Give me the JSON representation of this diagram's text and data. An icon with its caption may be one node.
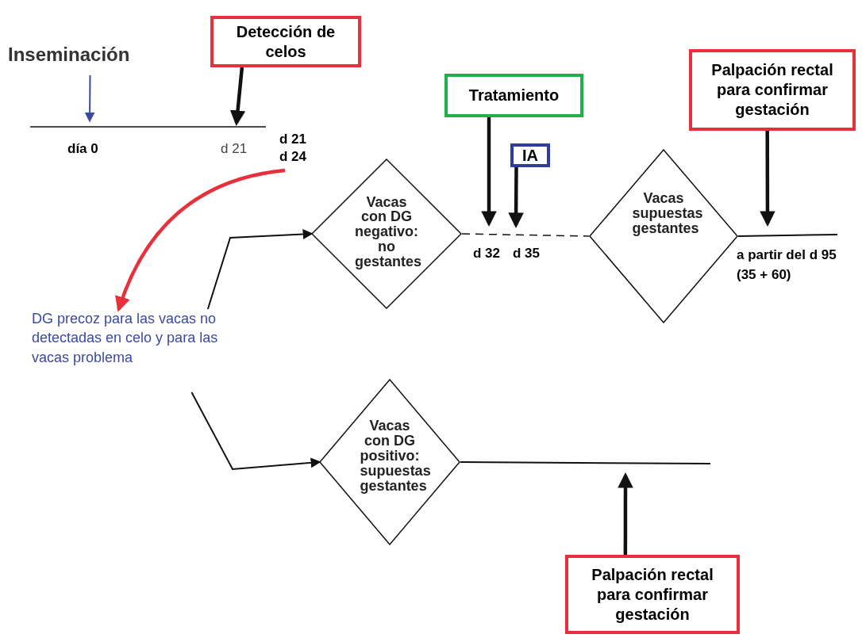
{
  "diagram": {
    "nodes": [
      {
        "text": [
          "Inseminación"
        ]
      },
      {
        "text": [
          "Detección de celos"
        ]
      },
      {
        "text": [
          "Tratamiento"
        ]
      },
      {
        "text": [
          "Palpación rectal para confirmar gestación"
        ]
      },
      {
        "text": [
          "IA"
        ]
      },
      {
        "text": [
          "d 21 d 24"
        ]
      },
      {
        "text": [
          "Vacas con DG negativo: no gestantes"
        ]
      },
      {
        "text": [
          "Vacas supuestas gestantes"
        ]
      },
      {
        "text": [
          "DG precoz para las vacas no detectadas en celo y para las vacas problema"
        ]
      },
      {
        "text": [
          "Vacas con DG positivo: supuestas gestantes"
        ]
      },
      {
        "text": [
          "Palpación rectal para confirmar gestación"
        ]
      }
    ],
    "edges": [
      {
        "from": 0,
        "to": null,
        "arrow": "to",
        "color": "#3b4aa0"
      },
      {
        "from": 1,
        "to": null,
        "arrow": "to",
        "style": "thick"
      },
      {
        "from": 5,
        "to": 8,
        "arrow": "to",
        "style": "thick",
        "color": "#e8303c"
      },
      {
        "from": 8,
        "to": 6,
        "arrow": "to"
      },
      {
        "from": 8,
        "to": 9,
        "arrow": "to"
      },
      {
        "from": 2,
        "to": null,
        "arrow": "to",
        "style": "thick"
      },
      {
        "from": 4,
        "to": null,
        "arrow": "to",
        "style": "thick"
      },
      {
        "from": 3,
        "to": null,
        "arrow": "to",
        "style": "thick"
      },
      {
        "from": 6,
        "to": 7,
        "arrow": "none",
        "style": "dashed"
      },
      {
        "from": 7,
        "to": null,
        "arrow": "none"
      },
      {
        "from": 9,
        "to": null,
        "arrow": "none"
      },
      {
        "from": 10,
        "to": null,
        "arrow": "to",
        "style": "thick"
      }
    ],
    "labels": [
      "día 0",
      "d 21",
      "d 32",
      "d 35",
      "a partir del d 95",
      "(35 + 60)"
    ]
  }
}
